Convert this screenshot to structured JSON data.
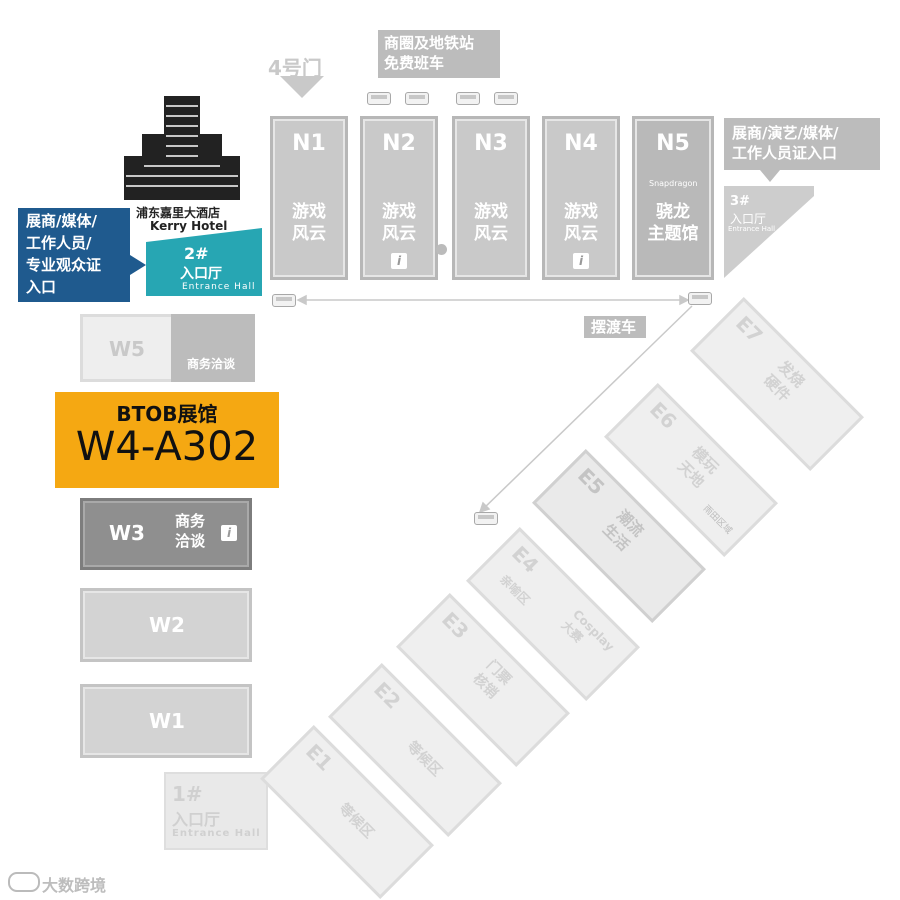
{
  "gates": {
    "gate4": "4号门",
    "metro_shuttle": "商圈及地铁站\n免费班车",
    "right_notice": "展商/演艺/媒体/\n工作人员证入口",
    "left_notice": "展商/媒体/\n工作人员/\n专业观众证\n入口"
  },
  "hotel": {
    "cn": "浦东嘉里大酒店",
    "en": "Kerry Hotel"
  },
  "entrances": {
    "e2": {
      "num": "2#",
      "cn": "入口厅",
      "en": "Entrance Hall"
    },
    "e3": {
      "num": "3#",
      "cn": "入口厅",
      "en": "Entrance Hall"
    },
    "e1": {
      "num": "1#",
      "cn": "入口厅",
      "en": "Entrance Hall"
    }
  },
  "north_halls": [
    {
      "code": "N1",
      "label": "游戏\n风云"
    },
    {
      "code": "N2",
      "label": "游戏\n风云"
    },
    {
      "code": "N3",
      "label": "游戏\n风云"
    },
    {
      "code": "N4",
      "label": "游戏\n风云"
    },
    {
      "code": "N5",
      "label": "骁龙\n主题馆",
      "brand": "Snapdragon"
    }
  ],
  "info_glyph": "i",
  "shuttle": "摆渡车",
  "west_halls": {
    "w5": {
      "code": "W5",
      "side": "商务洽谈"
    },
    "btob": {
      "title": "BTOB展馆",
      "booth": "W4-A302"
    },
    "w3": {
      "code": "W3",
      "side": "商务\n洽谈"
    },
    "w2": {
      "code": "W2"
    },
    "w1": {
      "code": "W1"
    }
  },
  "east_halls": [
    {
      "code": "E7",
      "label": "发烧\n硬件"
    },
    {
      "code": "E6",
      "label": "模玩\n天地",
      "sub": "雨田区域"
    },
    {
      "code": "E5",
      "label": "潮流\n生活"
    },
    {
      "code": "E4",
      "label": "亲喻区",
      "sub": "Cosplay\n大赛"
    },
    {
      "code": "E3",
      "label": "门票\n核销"
    },
    {
      "code": "E2",
      "label": "等候区"
    },
    {
      "code": "E1",
      "label": "等候区"
    }
  ],
  "watermark": "大数跨境",
  "colors": {
    "btob": "#f5a812",
    "blue": "#1f5a8e",
    "teal": "#27a6b3",
    "hall": "#c9c9c9"
  }
}
